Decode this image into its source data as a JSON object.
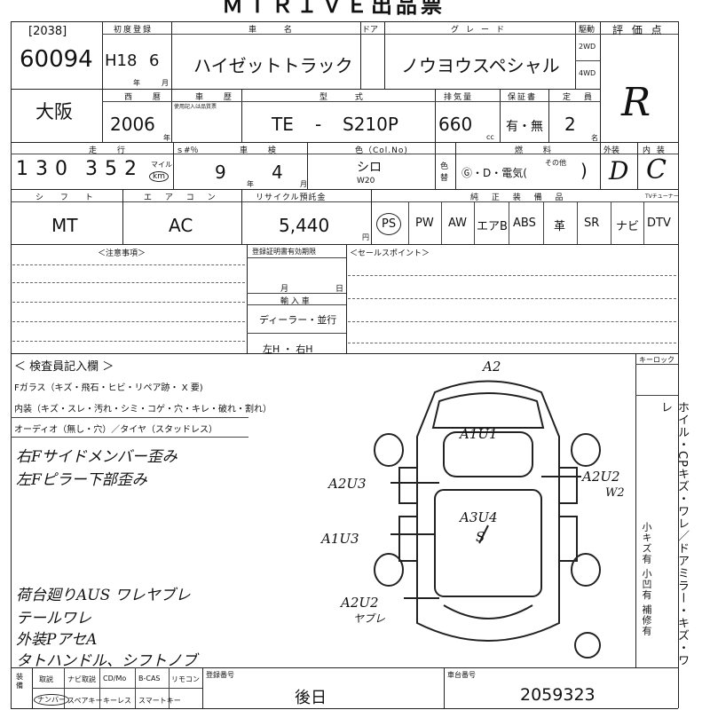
{
  "title": "ＭＴＲＩＶＥ出品票",
  "lot_bracket": "[2038]",
  "lot_number": "60094",
  "labels": {
    "first_reg": "初度登録",
    "year": "年",
    "month": "月",
    "car_name": "車 名",
    "door": "ドア",
    "grade": "グレード",
    "drive": "駆動",
    "score": "評 価 点",
    "western_year": "西 暦",
    "history": "車 歴",
    "history_note": "使用記入は品質票",
    "model": "型 式",
    "displacement": "排気量",
    "cc": "cc",
    "warranty": "保証書",
    "capacity": "定 員",
    "persons": "名",
    "mileage": "走 行",
    "meter_change": "ｓ#％",
    "inspection": "車 検",
    "color": "色（Col.No)",
    "color_change": "色替",
    "fuel": "燃 料",
    "exterior": "外装",
    "interior": "内 装",
    "shift": "シ フ ト",
    "aircon": "エ ア コ ン",
    "recycle": "リサイクル預託金",
    "yen": "円",
    "options": "純 正 装 備 品",
    "remarks": "＜注意事項＞",
    "reg_deadline": "登録証明書有効期限",
    "month2": "月",
    "day": "日",
    "import": "輸 入 車",
    "sales_point": "＜セールスポイント＞",
    "inspector": "＜ 検査員記入欄 ＞",
    "key_lock": "キーロック",
    "mileage_unit": "マイル",
    "km": "km",
    "bottom_items": "装 備",
    "reg_no": "登録番号",
    "chassis": "車台番号"
  },
  "first_reg": {
    "era": "H18",
    "month": "6"
  },
  "car_name": "ハイゼットトラック",
  "grade": "ノウヨウスペシャル",
  "drive_options": [
    "2WD",
    "4WD"
  ],
  "score": "R",
  "location": "大阪",
  "western_year": "2006",
  "model_prefix": "TE",
  "model_dash": "-",
  "model_code": "S210P",
  "displacement": "660",
  "warranty_value": "有・無",
  "capacity": "2",
  "mileage_digits": [
    "1",
    "3",
    "0",
    "3",
    "5",
    "2"
  ],
  "inspection": {
    "year": "9",
    "month": "4"
  },
  "color": "シロ",
  "color_code": "W20",
  "fuel_value": "Ⓖ・D・電気(",
  "fuel_other": "その他",
  "fuel_close": ")",
  "exterior_mark": "D",
  "interior_mark": "C",
  "shift": "MT",
  "aircon": "AC",
  "recycle": "5,440",
  "equipment": [
    "PS",
    "PW",
    "AW",
    "エアB",
    "ABS",
    "革",
    "SR",
    "ナビ",
    "DTV"
  ],
  "eq_header_extra": "TVチューナー",
  "dealer": "ディーラー・並行",
  "steering": "左H ・ 右H",
  "inspector_lines": [
    "Fガラス（キズ・飛石・ヒビ・リペア跡・ X 要)",
    "内装（キズ・スレ・汚れ・シミ・コゲ・穴・キレ・破れ・割れ）",
    "オーディオ（無し・穴）／タイヤ（スタッドレス）"
  ],
  "handwritten_notes": [
    "右Fサイドメンバー歪み",
    "左Fピラー下部歪み",
    "荷台廻りAUS ワレヤブレ",
    "テールワレ",
    "外装PアセA",
    "タトハンドル、シフトノブ"
  ],
  "diagram_marks": {
    "top": "A2",
    "roof": "A1U1",
    "left_front": "A2U3",
    "right_front": "A2U2",
    "right_front2": "W2",
    "bed": "A3U4",
    "bed2": "S",
    "left_mid": "A1U3",
    "left_rear": "A2U2",
    "left_rear2": "ヤブレ"
  },
  "side_vertical": "ホイル・CPキズ・ワレ／ドアミラー・キズ・ワレ",
  "side_vertical2": "小キズ有 小凹有 補修有",
  "bottom_options": [
    "取説",
    "ナビ取説",
    "CD/Mo",
    "B-CAS",
    "リモコン",
    "ナンバー",
    "スペアキー",
    "キーレス",
    "スマートキー"
  ],
  "reg_number": "後日",
  "chassis_number": "2059323"
}
